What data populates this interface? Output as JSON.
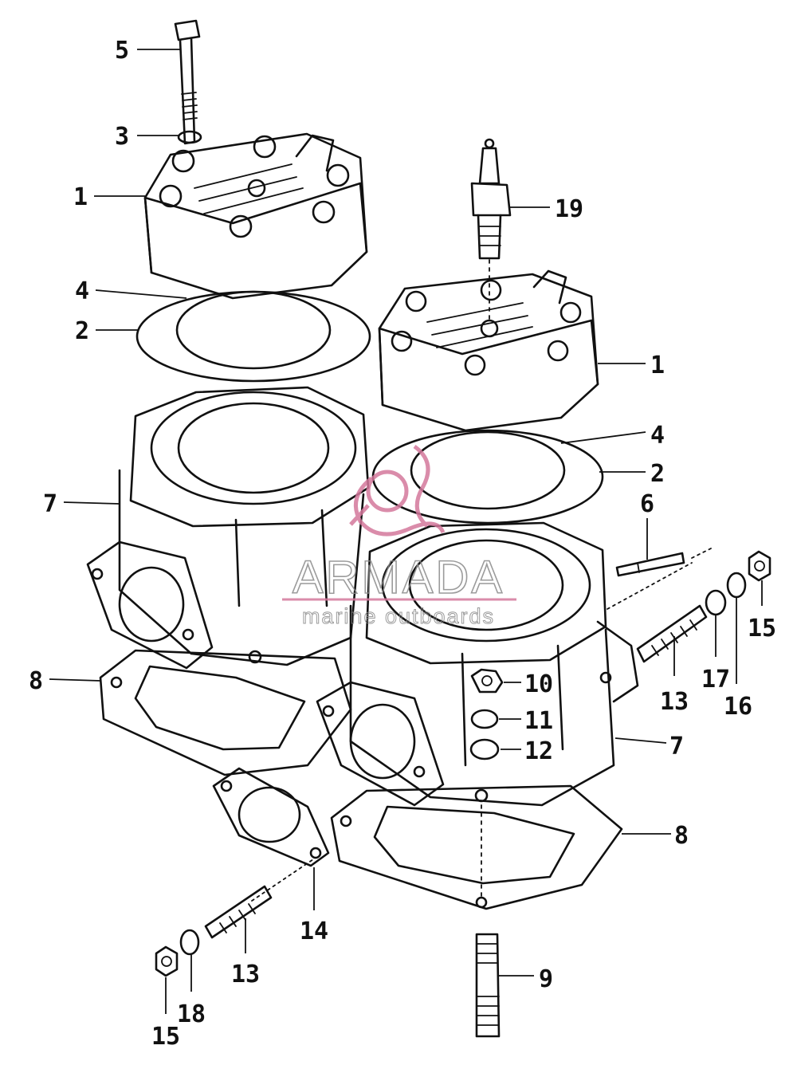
{
  "watermark": {
    "brand": "ARMADA",
    "tagline": "marine outboards",
    "color": "#d4789c"
  },
  "callouts": {
    "c5": "5",
    "c3": "3",
    "c1a": "1",
    "c4a": "4",
    "c2a": "2",
    "c19": "19",
    "c1b": "1",
    "c4b": "4",
    "c2b": "2",
    "c7a": "7",
    "c6": "6",
    "c15a": "15",
    "c17": "17",
    "c16": "16",
    "c13a": "13",
    "c10": "10",
    "c11": "11",
    "c12": "12",
    "c8a": "8",
    "c7b": "7",
    "c8b": "8",
    "c14": "14",
    "c13b": "13",
    "c18": "18",
    "c15b": "15",
    "c9": "9"
  }
}
